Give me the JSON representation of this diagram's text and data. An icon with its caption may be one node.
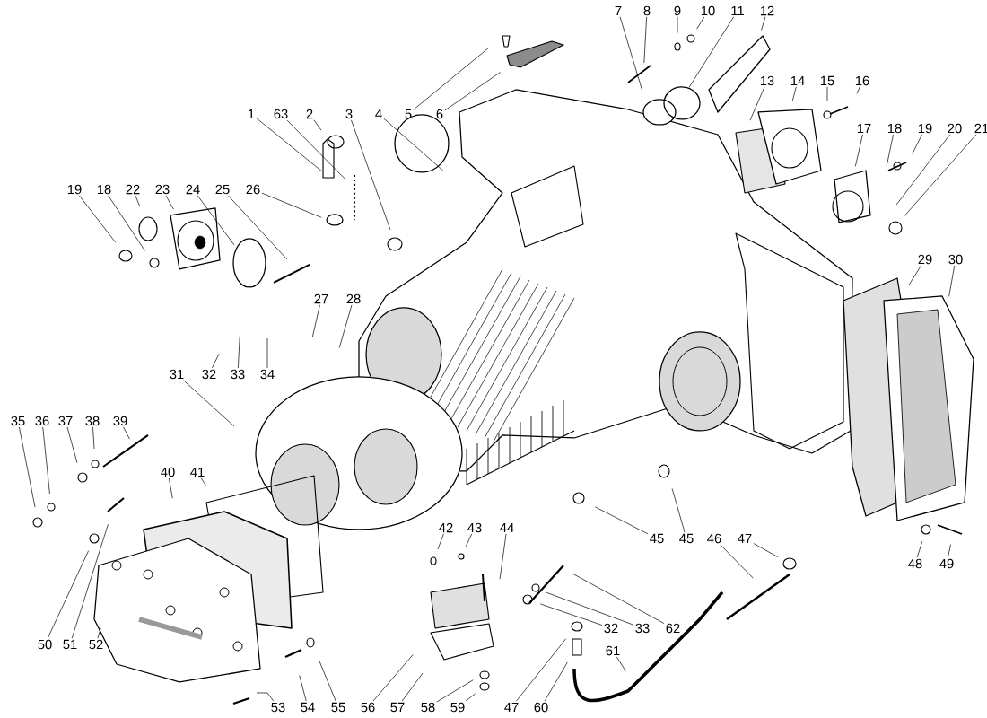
{
  "diagram": {
    "nodes": [
      {
        "text": [
          "7"
        ]
      },
      {
        "text": [
          "8"
        ]
      },
      {
        "text": [
          "9"
        ]
      },
      {
        "text": [
          "10"
        ]
      },
      {
        "text": [
          "11"
        ]
      },
      {
        "text": [
          "12"
        ]
      },
      {
        "text": [
          "13"
        ]
      },
      {
        "text": [
          "14"
        ]
      },
      {
        "text": [
          "15"
        ]
      },
      {
        "text": [
          "16"
        ]
      },
      {
        "text": [
          "1"
        ]
      },
      {
        "text": [
          "63"
        ]
      },
      {
        "text": [
          "2"
        ]
      },
      {
        "text": [
          "3"
        ]
      },
      {
        "text": [
          "4"
        ]
      },
      {
        "text": [
          "5"
        ]
      },
      {
        "text": [
          "6"
        ]
      },
      {
        "text": [
          "17"
        ]
      },
      {
        "text": [
          "18"
        ]
      },
      {
        "text": [
          "19"
        ]
      },
      {
        "text": [
          "20"
        ]
      },
      {
        "text": [
          "21"
        ]
      },
      {
        "text": [
          "19"
        ]
      },
      {
        "text": [
          "18"
        ]
      },
      {
        "text": [
          "22"
        ]
      },
      {
        "text": [
          "23"
        ]
      },
      {
        "text": [
          "24"
        ]
      },
      {
        "text": [
          "25"
        ]
      },
      {
        "text": [
          "26"
        ]
      },
      {
        "text": [
          "29"
        ]
      },
      {
        "text": [
          "30"
        ]
      },
      {
        "text": [
          "27"
        ]
      },
      {
        "text": [
          "28"
        ]
      },
      {
        "text": [
          "31"
        ]
      },
      {
        "text": [
          "32"
        ]
      },
      {
        "text": [
          "33"
        ]
      },
      {
        "text": [
          "34"
        ]
      },
      {
        "text": [
          "35"
        ]
      },
      {
        "text": [
          "36"
        ]
      },
      {
        "text": [
          "37"
        ]
      },
      {
        "text": [
          "38"
        ]
      },
      {
        "text": [
          "39"
        ]
      },
      {
        "text": [
          "40"
        ]
      },
      {
        "text": [
          "41"
        ]
      },
      {
        "text": [
          "42"
        ]
      },
      {
        "text": [
          "43"
        ]
      },
      {
        "text": [
          "44"
        ]
      },
      {
        "text": [
          "45"
        ]
      },
      {
        "text": [
          "45"
        ]
      },
      {
        "text": [
          "46"
        ]
      },
      {
        "text": [
          "47"
        ]
      },
      {
        "text": [
          "48"
        ]
      },
      {
        "text": [
          "49"
        ]
      },
      {
        "text": [
          "32"
        ]
      },
      {
        "text": [
          "33"
        ]
      },
      {
        "text": [
          "62"
        ]
      },
      {
        "text": [
          "50"
        ]
      },
      {
        "text": [
          "51"
        ]
      },
      {
        "text": [
          "52"
        ]
      },
      {
        "text": [
          "61"
        ]
      },
      {
        "text": [
          "53"
        ]
      },
      {
        "text": [
          "54"
        ]
      },
      {
        "text": [
          "55"
        ]
      },
      {
        "text": [
          "56"
        ]
      },
      {
        "text": [
          "57"
        ]
      },
      {
        "text": [
          "58"
        ]
      },
      {
        "text": [
          "59"
        ]
      },
      {
        "text": [
          "47"
        ]
      },
      {
        "text": [
          "60"
        ]
      }
    ],
    "edges": [
      {
        "from": 0,
        "to": null,
        "arrow": "none"
      },
      {
        "from": 1,
        "to": null,
        "arrow": "none"
      },
      {
        "from": 2,
        "to": null,
        "arrow": "none"
      },
      {
        "from": 3,
        "to": null,
        "arrow": "none"
      },
      {
        "from": 4,
        "to": null,
        "arrow": "none"
      },
      {
        "from": 5,
        "to": null,
        "arrow": "none"
      },
      {
        "from": 6,
        "to": null,
        "arrow": "none"
      },
      {
        "from": 7,
        "to": null,
        "arrow": "none"
      },
      {
        "from": 8,
        "to": null,
        "arrow": "none"
      },
      {
        "from": 9,
        "to": null,
        "arrow": "none"
      },
      {
        "from": 10,
        "to": null,
        "arrow": "none"
      },
      {
        "from": 11,
        "to": null,
        "arrow": "none"
      },
      {
        "from": 12,
        "to": null,
        "arrow": "none"
      },
      {
        "from": 13,
        "to": null,
        "arrow": "none"
      },
      {
        "from": 14,
        "to": null,
        "arrow": "none"
      },
      {
        "from": 15,
        "to": null,
        "arrow": "none"
      },
      {
        "from": 16,
        "to": null,
        "arrow": "none"
      },
      {
        "from": 17,
        "to": null,
        "arrow": "none"
      },
      {
        "from": 18,
        "to": null,
        "arrow": "none"
      },
      {
        "from": 19,
        "to": null,
        "arrow": "none"
      },
      {
        "from": 20,
        "to": null,
        "arrow": "none"
      },
      {
        "from": 21,
        "to": null,
        "arrow": "none"
      },
      {
        "from": 22,
        "to": null,
        "arrow": "none"
      },
      {
        "from": 23,
        "to": null,
        "arrow": "none"
      },
      {
        "from": 24,
        "to": null,
        "arrow": "none"
      },
      {
        "from": 25,
        "to": null,
        "arrow": "none"
      },
      {
        "from": 26,
        "to": null,
        "arrow": "none"
      },
      {
        "from": 27,
        "to": null,
        "arrow": "none"
      },
      {
        "from": 28,
        "to": null,
        "arrow": "none"
      },
      {
        "from": 29,
        "to": null,
        "arrow": "none"
      },
      {
        "from": 30,
        "to": null,
        "arrow": "none"
      },
      {
        "from": 31,
        "to": null,
        "arrow": "none"
      },
      {
        "from": 32,
        "to": null,
        "arrow": "none"
      },
      {
        "from": 33,
        "to": null,
        "arrow": "none"
      },
      {
        "from": 34,
        "to": null,
        "arrow": "none"
      },
      {
        "from": 35,
        "to": null,
        "arrow": "none"
      },
      {
        "from": 36,
        "to": null,
        "arrow": "none"
      },
      {
        "from": 37,
        "to": null,
        "arrow": "none"
      },
      {
        "from": 38,
        "to": null,
        "arrow": "none"
      },
      {
        "from": 39,
        "to": null,
        "arrow": "none"
      },
      {
        "from": 40,
        "to": null,
        "arrow": "none"
      },
      {
        "from": 41,
        "to": null,
        "arrow": "none"
      },
      {
        "from": 42,
        "to": null,
        "arrow": "none"
      },
      {
        "from": 43,
        "to": null,
        "arrow": "none"
      },
      {
        "from": 44,
        "to": null,
        "arrow": "none"
      },
      {
        "from": 45,
        "to": null,
        "arrow": "none"
      },
      {
        "from": 46,
        "to": null,
        "arrow": "none"
      },
      {
        "from": 47,
        "to": null,
        "arrow": "none"
      },
      {
        "from": 48,
        "to": null,
        "arrow": "none"
      },
      {
        "from": 49,
        "to": null,
        "arrow": "none"
      },
      {
        "from": 50,
        "to": null,
        "arrow": "none"
      },
      {
        "from": 51,
        "to": null,
        "arrow": "none"
      },
      {
        "from": 52,
        "to": null,
        "arrow": "none"
      },
      {
        "from": 53,
        "to": null,
        "arrow": "none"
      },
      {
        "from": 54,
        "to": null,
        "arrow": "none"
      },
      {
        "from": 55,
        "to": null,
        "arrow": "none"
      },
      {
        "from": 56,
        "to": null,
        "arrow": "none"
      },
      {
        "from": 57,
        "to": null,
        "arrow": "none"
      },
      {
        "from": 58,
        "to": null,
        "arrow": "none"
      },
      {
        "from": 59,
        "to": null,
        "arrow": "none"
      },
      {
        "from": 60,
        "to": null,
        "arrow": "none"
      },
      {
        "from": 61,
        "to": null,
        "arrow": "none"
      },
      {
        "from": 62,
        "to": null,
        "arrow": "none"
      },
      {
        "from": 63,
        "to": null,
        "arrow": "none"
      },
      {
        "from": 64,
        "to": null,
        "arrow": "none"
      },
      {
        "from": 65,
        "to": null,
        "arrow": "none"
      },
      {
        "from": 66,
        "to": null,
        "arrow": "none"
      },
      {
        "from": 67,
        "to": null,
        "arrow": "none"
      },
      {
        "from": 68,
        "to": null,
        "arrow": "none"
      }
    ]
  }
}
